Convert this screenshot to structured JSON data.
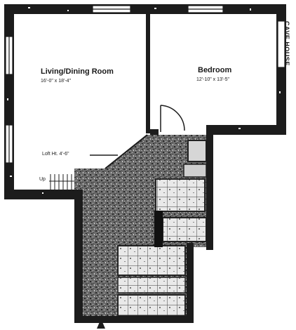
{
  "living_dining": {
    "name": "Living/Dining Room",
    "dimensions": "16'-0\" x 18'-4\""
  },
  "bedroom": {
    "name": "Bedroom",
    "dimensions": "12'-10\" x 13'-5\""
  },
  "loft": {
    "label": "Loft Ht. 4'-6\""
  },
  "stair": {
    "label": "Up"
  },
  "side_text": "CAVE HOUSE"
}
